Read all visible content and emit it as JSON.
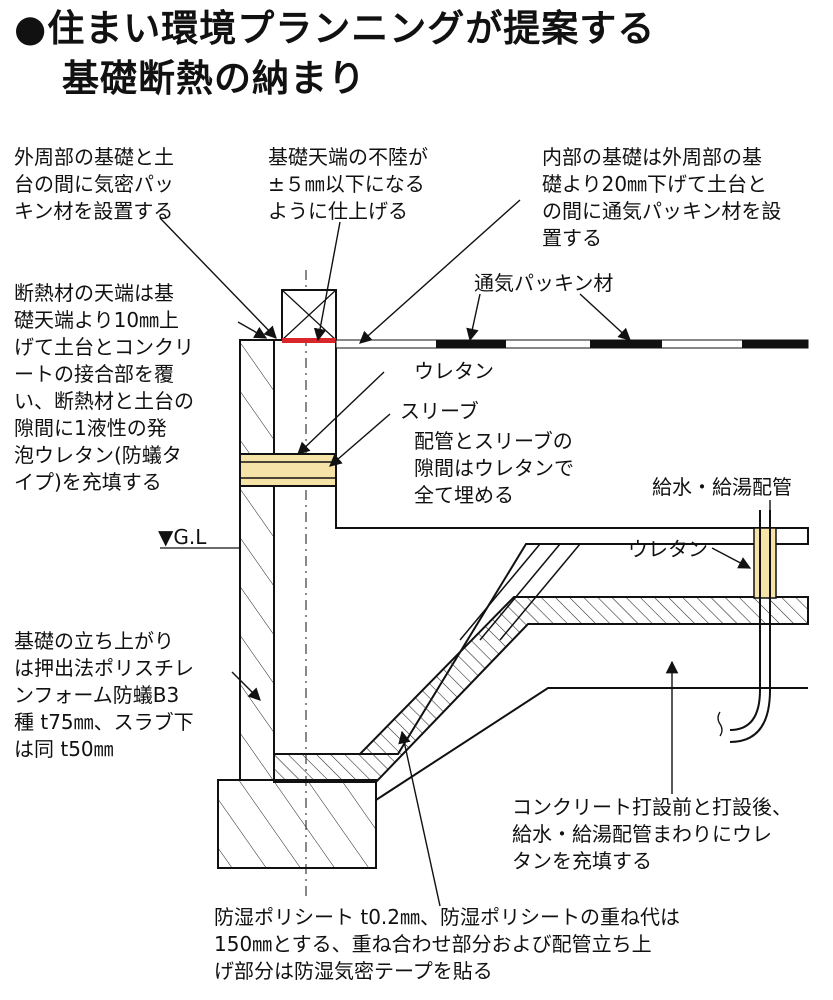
{
  "title": {
    "line1": "●住まい環境プランニングが提案する",
    "line2": "基礎断熱の納まり"
  },
  "labels": {
    "outer_packing": "外周部の基礎と土\n台の間に気密パッ\nキン材を設置する",
    "top_flatness": "基礎天端の不陸が\n±５㎜以下になる\nように仕上げる",
    "inner_foundation": "内部の基礎は外周部の基\n礎より20㎜下げて土台と\nの間に通気パッキン材を設\n置する",
    "vent_packing": "通気パッキン材",
    "insulation_top": "断熱材の天端は基\n礎天端より10㎜上\nげて土台とコンクリ\nートの接合部を覆\nい、断熱材と土台の\n隙間に1液性の発\n泡ウレタン(防蟻タ\nイプ)を充填する",
    "urethane_1": "ウレタン",
    "sleeve": "スリーブ",
    "sleeve_note": "配管とスリーブの\n隙間はウレタンで\n全て埋める",
    "water_pipe": "給水・給湯配管",
    "gl": "▼G.L",
    "urethane_2": "ウレタン",
    "foundation_rise": "基礎の立ち上がり\nは押出法ポリスチレ\nンフォーム防蟻B3\n種 t75㎜、スラブ下\nは同 t50㎜",
    "pipe_note": "コンクリート打設前と打設後、\n給水・給湯配管まわりにウレ\nタンを充填する",
    "poly_sheet": "防湿ポリシート t0.2㎜、防湿ポリシートの重ね代は\n150㎜とする、重ね合わせ部分および配管立ち上\nげ部分は防湿気密テープを貼る"
  },
  "colors": {
    "line": "#111111",
    "sleeve_fill": "#f6e3a8",
    "packing_red": "#d9262b"
  }
}
